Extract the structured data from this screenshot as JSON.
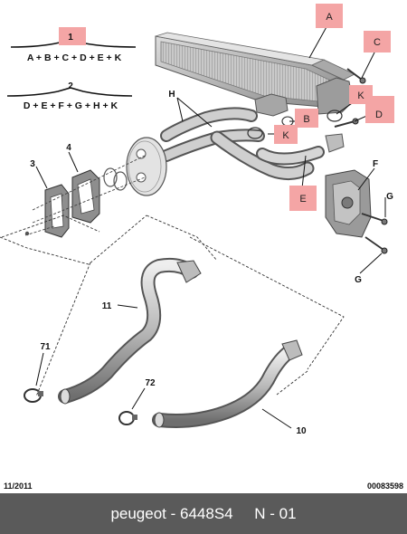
{
  "group_formulas": [
    {
      "number": "1",
      "formula": "A + B + C + D + E + K"
    },
    {
      "number": "2",
      "formula": "D + E + F + G + H + K"
    }
  ],
  "part_letters": {
    "A": "A",
    "B": "B",
    "C": "C",
    "D": "D",
    "E": "E",
    "F": "F",
    "G1": "G",
    "G2": "G",
    "H": "H",
    "K1": "K",
    "K2": "K"
  },
  "part_numbers": {
    "n3": "3",
    "n4": "4",
    "n10": "10",
    "n11": "11",
    "n71": "71",
    "n72": "72"
  },
  "footer": {
    "date": "11/2011",
    "reference": "00083598"
  },
  "caption": {
    "brand": "peugeot",
    "separator": " - ",
    "part_number": "6448S4",
    "page": "N - 01"
  },
  "colors": {
    "highlight": "#f4a5a5",
    "caption_bar": "#5a5a5a",
    "caption_text": "#ffffff"
  }
}
